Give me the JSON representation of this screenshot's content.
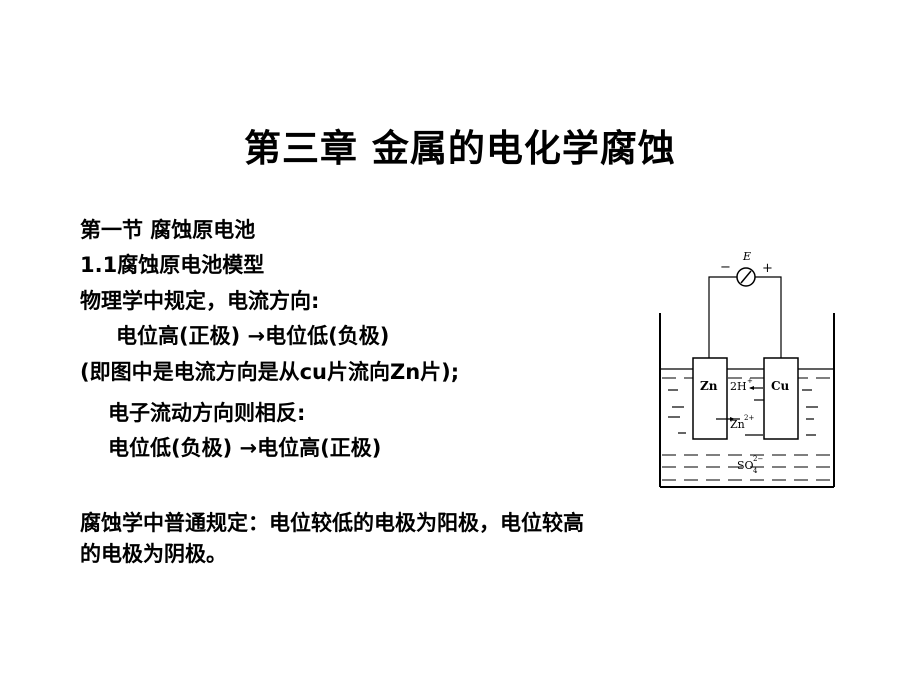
{
  "slide": {
    "title": "第三章 金属的电化学腐蚀",
    "lines": [
      "第一节 腐蚀原电池",
      "1.1腐蚀原电池模型",
      "物理学中规定，电流方向:",
      "电位高(正极) →电位低(负极)",
      "(即图中是电流方向是从cu片流向Zn片);",
      "电子流动方向则相反:",
      "电位低(负极) →电位高(正极)",
      "腐蚀学中普通规定：电位较低的电极为阳极，电位较高",
      "的电极为阴极。"
    ]
  },
  "diagram": {
    "meter_label": "E",
    "minus_sign": "−",
    "plus_sign": "+",
    "left_electrode": "Zn",
    "right_electrode": "Cu",
    "ion_h": "2H",
    "ion_h_charge": "+",
    "ion_zn": "Zn",
    "ion_zn_charge": "2+",
    "ion_so4": "SO",
    "ion_so4_sub": "4",
    "ion_so4_charge": "2−"
  }
}
